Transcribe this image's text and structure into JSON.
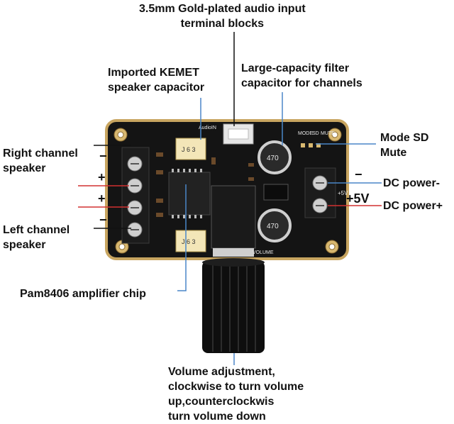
{
  "labels": {
    "audio_input": "3.5mm Gold-plated audio input\nterminal blocks",
    "kemet": "Imported KEMET\nspeaker capacitor",
    "filter_cap": "Large-capacity filter\ncapacitor for channels",
    "mode": "Mode SD\nMute",
    "right_speaker": "Right channel\nspeaker",
    "left_speaker": "Left channel\nspeaker",
    "dc_neg": "DC power-",
    "dc_pos": "DC power+",
    "five_v": "+5V",
    "chip": "Pam8406 amplifier chip",
    "volume": "Volume adjustment,\nclockwise to turn volume\nup,counterclockwis\nturn volume down"
  },
  "signs": {
    "right_minus": "−",
    "right_plus": "+",
    "left_plus": "+",
    "left_minus": "−",
    "dc_minus": "−"
  },
  "board_text": {
    "audio_in": "AudioIN",
    "volume": "VOLUME",
    "mode": "MODE",
    "sd": "SD",
    "mute": "MUTE",
    "cap_code": "J 6 3",
    "cap_value": "470",
    "five_v_silk": "+5V"
  },
  "colors": {
    "board": "#141414",
    "board_border": "#c8a560",
    "pointer_blue": "#4a86c8",
    "pointer_red": "#d23030",
    "pointer_black": "#111111"
  }
}
